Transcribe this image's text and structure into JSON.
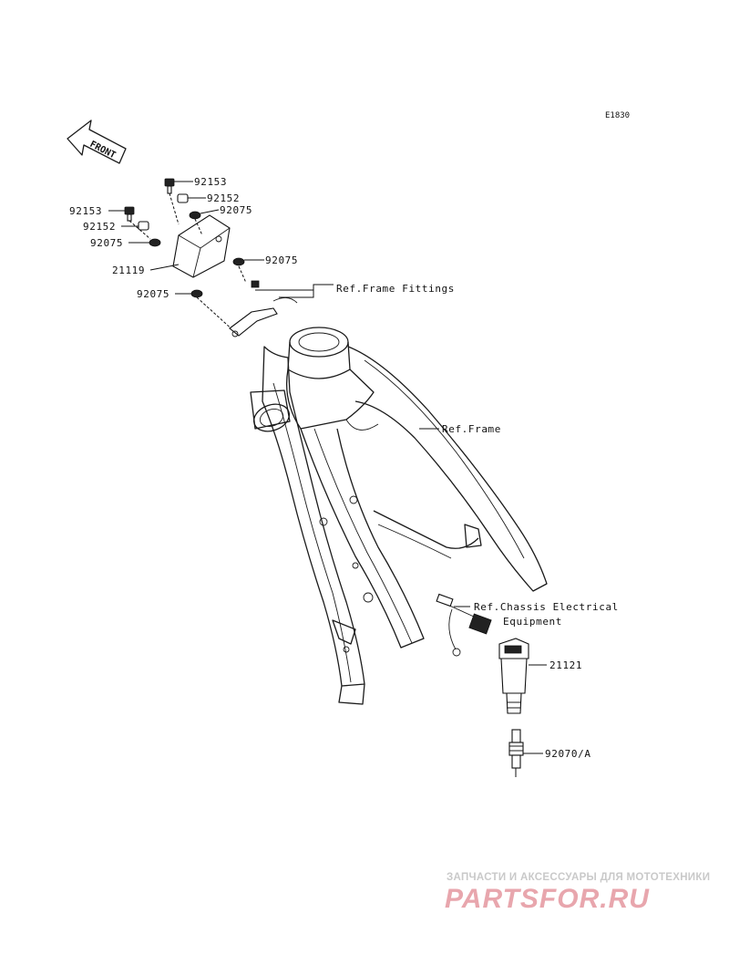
{
  "diagram_code": "E1830",
  "front_label": "FRONT",
  "parts": {
    "bolt_left": "92153",
    "bolt_right": "92153",
    "collar_left": "92152",
    "collar_right": "92152",
    "grommet_left_top": "92075",
    "grommet_right_top": "92075",
    "grommet_right_mid": "92075",
    "grommet_left_bottom": "92075",
    "igniter": "21119",
    "ignition_coil": "21121",
    "spark_plug": "92070/A"
  },
  "references": {
    "frame_fittings": "Ref.Frame Fittings",
    "frame": "Ref.Frame",
    "chassis_electrical_line1": "Ref.Chassis Electrical",
    "chassis_electrical_line2": "Equipment"
  },
  "watermark": {
    "tagline": "ЗАПЧАСТИ И АКСЕССУАРЫ ДЛЯ МОТОТЕХНИКИ",
    "brand": "PARTSFOR.RU"
  }
}
